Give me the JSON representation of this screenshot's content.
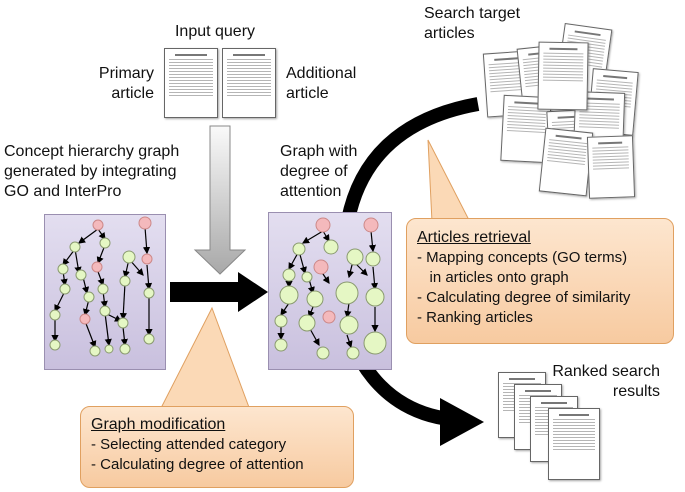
{
  "labels": {
    "input_query": "Input query",
    "primary_article": [
      "Primary",
      "article"
    ],
    "additional_article": [
      "Additional",
      "article"
    ],
    "concept_graph": [
      "Concept hierarchy graph",
      "generated by integrating",
      "GO and InterPro"
    ],
    "attention_graph": [
      "Graph with",
      "degree of",
      "attention"
    ],
    "search_target": [
      "Search target",
      "articles"
    ],
    "ranked_results": [
      "Ranked search",
      "results"
    ]
  },
  "graph_modification": {
    "title": "Graph modification",
    "items": [
      "- Selecting attended category",
      "- Calculating degree of attention"
    ]
  },
  "articles_retrieval": {
    "title": "Articles retrieval",
    "items": [
      "- Mapping concepts (GO terms)",
      "   in articles onto graph",
      "- Calculating degree of similarity",
      "- Ranking articles"
    ]
  },
  "colors": {
    "panel": "#d6cfe6",
    "node_green": "#e5f7c4",
    "node_pink": "#f4b9bc",
    "callout": "#fbd9b6",
    "arrow": "#000000"
  }
}
